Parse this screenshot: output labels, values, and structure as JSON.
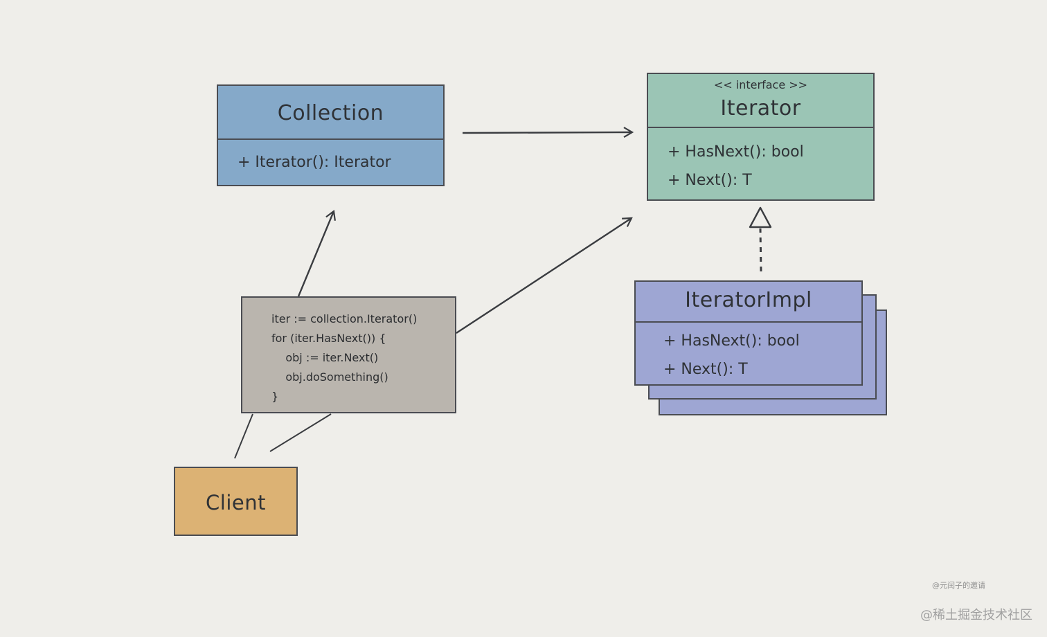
{
  "diagram": {
    "collection": {
      "title": "Collection",
      "members": [
        "+ Iterator(): Iterator"
      ],
      "color": "#85a9c9"
    },
    "iterator": {
      "stereotype": "<< interface >>",
      "title": "Iterator",
      "members": [
        "+ HasNext(): bool",
        "+ Next(): T"
      ],
      "color": "#9bc5b5"
    },
    "iterator_impl": {
      "title": "IteratorImpl",
      "members": [
        "+ HasNext(): bool",
        "+ Next(): T"
      ],
      "color": "#9ea6d3"
    },
    "client_code": {
      "lines": [
        "iter := collection.Iterator()",
        "for (iter.HasNext()) {",
        "    obj := iter.Next()",
        "    obj.doSomething()",
        "}"
      ],
      "color": "#bab5ae"
    },
    "client": {
      "title": "Client",
      "color": "#dcb274"
    }
  },
  "watermarks": {
    "small": "@元闰子的邀请",
    "large": "@稀土掘金技术社区"
  }
}
